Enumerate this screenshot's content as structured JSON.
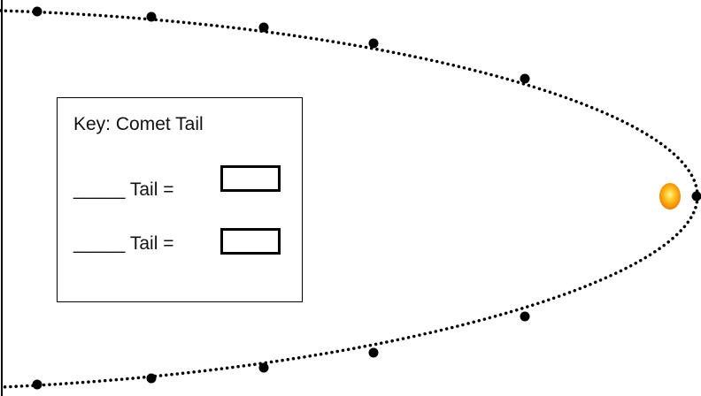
{
  "key": {
    "title": "Key: Comet Tail",
    "rows": [
      {
        "blank": "_____",
        "label": " Tail ="
      },
      {
        "blank": "_____",
        "label": " Tail ="
      }
    ]
  },
  "colors": {
    "orbit": "#000000",
    "sun_center": "#ffe066",
    "sun_edge": "#f08a00"
  }
}
